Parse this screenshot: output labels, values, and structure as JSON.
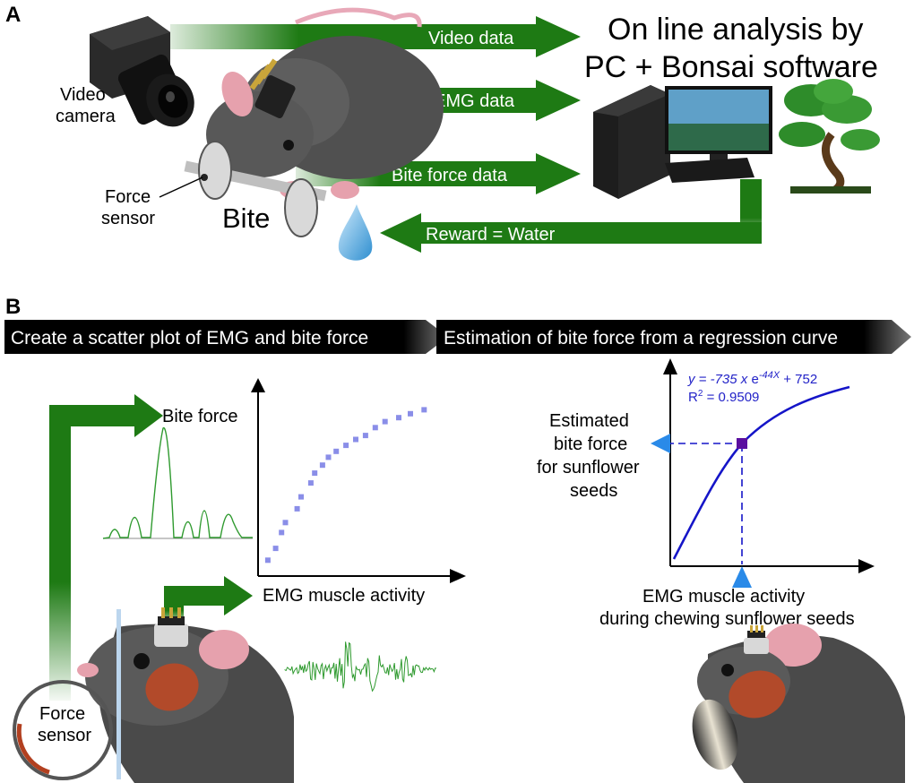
{
  "panel_a": {
    "letter": "A",
    "title_line1": "On line analysis by",
    "title_line2": "PC + Bonsai software",
    "camera_line1": "Video",
    "camera_line2": "camera",
    "force_line1": "Force",
    "force_line2": "sensor",
    "bite": "Bite",
    "arrows": {
      "video": "Video data",
      "emg": "EMG data",
      "bite_force": "Bite force data",
      "reward": "Reward = Water"
    },
    "colors": {
      "arrow": "#1e7a14",
      "water": "#4aa8e0"
    }
  },
  "panel_b": {
    "letter": "B",
    "banner_left": "Create a scatter plot of EMG and bite force",
    "banner_right": "Estimation of bite force from a regression curve",
    "bite_force_label": "Bite force",
    "emg_label": "EMG muscle activity",
    "sensor_line1": "Force",
    "sensor_line2": "sensor",
    "estimated_line1": "Estimated",
    "estimated_line2": "bite force",
    "estimated_line3": "for sunflower",
    "estimated_line4": "seeds",
    "emg_chew_line1": "EMG muscle activity",
    "emg_chew_line2": "during chewing sunflower seeds",
    "eq_part1": "y = -735 ",
    "eq_x": "x",
    "eq_part2": " e",
    "eq_exp": "-44X",
    "eq_part3": " + 752",
    "r2_prefix": "R",
    "r2_sup": "2",
    "r2_value": " = 0.9509",
    "colors": {
      "scatter": "#8a8ee8",
      "curve": "#1515c8",
      "trace": "#2f9a2f",
      "marker": "#5a0fa0",
      "pointer": "#2a8ae8"
    }
  },
  "chart_data": [
    {
      "type": "scatter",
      "x": [
        0.05,
        0.09,
        0.12,
        0.14,
        0.2,
        0.22,
        0.27,
        0.29,
        0.33,
        0.36,
        0.4,
        0.45,
        0.5,
        0.55,
        0.6,
        0.65,
        0.72,
        0.78,
        0.85
      ],
      "y": [
        0.08,
        0.14,
        0.22,
        0.27,
        0.34,
        0.4,
        0.47,
        0.52,
        0.56,
        0.6,
        0.63,
        0.66,
        0.69,
        0.71,
        0.75,
        0.78,
        0.8,
        0.82,
        0.84
      ],
      "xlabel": "EMG muscle activity",
      "ylabel": "Bite force",
      "grid": false
    },
    {
      "type": "line",
      "equation": "y = -735 x e^-44X + 752",
      "r2": 0.9509,
      "xlabel": "EMG muscle activity during chewing sunflower seeds",
      "ylabel": "Estimated bite force for sunflower seeds",
      "grid": false
    }
  ]
}
